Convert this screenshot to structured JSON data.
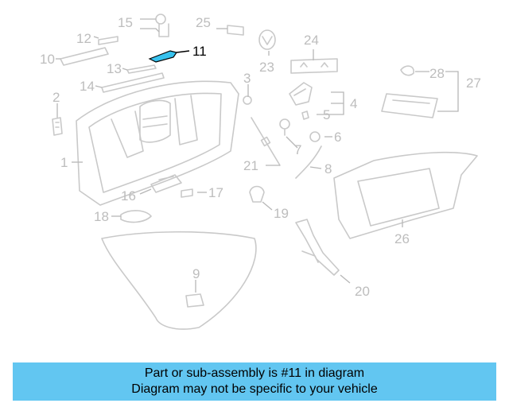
{
  "diagram": {
    "callouts": [
      {
        "id": "1",
        "label": "1"
      },
      {
        "id": "2",
        "label": "2"
      },
      {
        "id": "3",
        "label": "3"
      },
      {
        "id": "4",
        "label": "4"
      },
      {
        "id": "5",
        "label": "5"
      },
      {
        "id": "6",
        "label": "6"
      },
      {
        "id": "7",
        "label": "7"
      },
      {
        "id": "8",
        "label": "8"
      },
      {
        "id": "9",
        "label": "9"
      },
      {
        "id": "10",
        "label": "10"
      },
      {
        "id": "11",
        "label": "11"
      },
      {
        "id": "12",
        "label": "12"
      },
      {
        "id": "13",
        "label": "13"
      },
      {
        "id": "14",
        "label": "14"
      },
      {
        "id": "15",
        "label": "15"
      },
      {
        "id": "16",
        "label": "16"
      },
      {
        "id": "17",
        "label": "17"
      },
      {
        "id": "18",
        "label": "18"
      },
      {
        "id": "19",
        "label": "19"
      },
      {
        "id": "20",
        "label": "20"
      },
      {
        "id": "21",
        "label": "21"
      },
      {
        "id": "23",
        "label": "23"
      },
      {
        "id": "24",
        "label": "24"
      },
      {
        "id": "25",
        "label": "25"
      },
      {
        "id": "26",
        "label": "26"
      },
      {
        "id": "27",
        "label": "27"
      },
      {
        "id": "28",
        "label": "28"
      }
    ],
    "highlighted": "11",
    "highlight_color": "#37c2ee"
  },
  "banner": {
    "line1": "Part or sub-assembly is #11 in diagram",
    "line2": "Diagram may not be specific to your vehicle",
    "background": "#62c6f1"
  }
}
